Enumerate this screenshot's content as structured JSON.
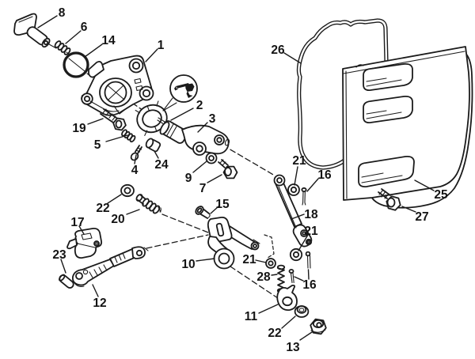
{
  "diagram": {
    "type": "exploded-parts-diagram",
    "background_color": "#ffffff",
    "line_color": "#1b1b1b",
    "symbols": {
      "note_icon": "outboard-motor"
    },
    "callouts": [
      {
        "label": "8"
      },
      {
        "label": "6"
      },
      {
        "label": "14"
      },
      {
        "label": "1"
      },
      {
        "label": "2"
      },
      {
        "label": "3"
      },
      {
        "label": "19"
      },
      {
        "label": "5"
      },
      {
        "label": "4"
      },
      {
        "label": "24"
      },
      {
        "label": "9"
      },
      {
        "label": "7"
      },
      {
        "label": "26"
      },
      {
        "label": "21"
      },
      {
        "label": "16"
      },
      {
        "label": "18"
      },
      {
        "label": "25"
      },
      {
        "label": "27"
      },
      {
        "label": "21"
      },
      {
        "label": "15"
      },
      {
        "label": "22"
      },
      {
        "label": "20"
      },
      {
        "label": "17"
      },
      {
        "label": "10"
      },
      {
        "label": "21"
      },
      {
        "label": "28"
      },
      {
        "label": "16"
      },
      {
        "label": "23"
      },
      {
        "label": "12"
      },
      {
        "label": "11"
      },
      {
        "label": "22"
      },
      {
        "label": "13"
      }
    ]
  }
}
